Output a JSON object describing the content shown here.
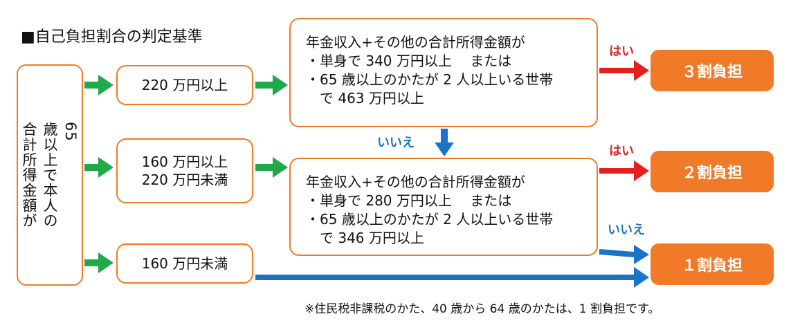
{
  "title": "■自己負担割合の判定基準",
  "main_box": "65\n歳以上で本人の\n合計所得金額が",
  "ranges": [
    "220 万円以上",
    "160 万円以上\n220 万円未満",
    "160 万円未満"
  ],
  "condition1": [
    "年金収入+その他の合計所得金額が",
    "・単身で 340 万円以上　 または",
    "・65 歳以上のかたが 2 人以上いる世帯",
    "　で 463 万円以上"
  ],
  "condition2": [
    "年金収入+その他の合計所得金額が",
    "・単身で 280 万円以上　 または",
    "・65 歳以上のかたが 2 人以上いる世帯",
    "　で 346 万円以上"
  ],
  "results": [
    "３割負担",
    "２割負担",
    "１割負担"
  ],
  "labels": {
    "yes1": "はい",
    "no1": "いいえ",
    "yes2": "はい",
    "no2": "いいえ"
  },
  "note": "※住民税非課税のかた、40 歳から 64 歳のかたは、1 割負担です。",
  "colors": {
    "box_border": "#f07a27",
    "result_fill": "#f07a27",
    "arrow_green": "#21a84a",
    "arrow_red": "#e61e1e",
    "arrow_blue": "#1a73c9"
  }
}
